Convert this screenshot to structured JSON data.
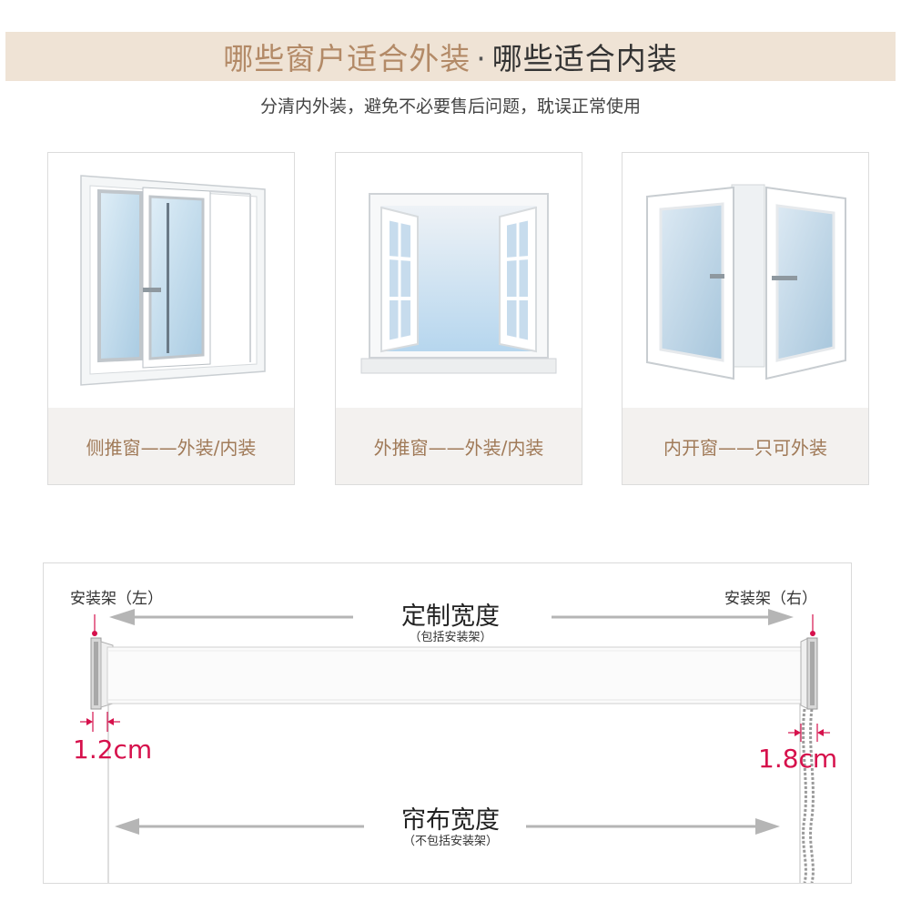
{
  "header": {
    "title_part1": "哪些窗户适合外装",
    "separator": "·",
    "title_part2": "哪些适合内装",
    "subtitle": "分清内外装，避免不必要售后问题，耽误正常使用"
  },
  "cards": [
    {
      "label": "侧推窗——外装/内装"
    },
    {
      "label": "外推窗——外装/内装"
    },
    {
      "label": "内开窗——只可外装"
    }
  ],
  "diagram": {
    "bracket_left": "安装架（左）",
    "bracket_right": "安装架（右）",
    "custom_width": "定制宽度",
    "custom_width_note": "（包括安装架）",
    "fabric_width": "帘布宽度",
    "fabric_width_note": "（不包括安装架）",
    "left_offset": "1.2cm",
    "right_offset": "1.8cm"
  },
  "colors": {
    "header_band": "#efe3d5",
    "title_accent": "#b38a67",
    "label_accent": "#a07a58",
    "measure_red": "#d6114c"
  }
}
